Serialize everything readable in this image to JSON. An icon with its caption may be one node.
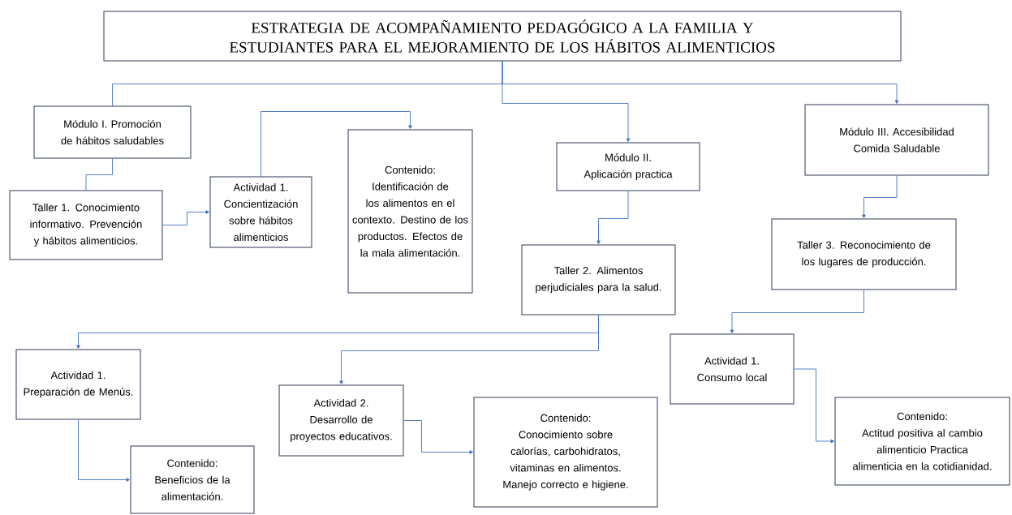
{
  "diagram": {
    "nodes": [
      {
        "text": [
          "ESTRATEGIA DE ACOMPAÑAMIENTO PEDAGÓGICO A LA FAMILIA Y ESTUDIANTES PARA EL MEJORAMIENTO DE LOS HÁBITOS ALIMENTICIOS"
        ]
      },
      {
        "text": [
          "Módulo I. Promoción de hábitos saludables"
        ]
      },
      {
        "text": [
          "Taller 1. Conocimiento informativo. Prevención y hábitos alimenticios."
        ]
      },
      {
        "text": [
          "Actividad 1. Concientización sobre hábitos alimenticios"
        ]
      },
      {
        "text": [
          "Contenido:",
          "Identificación de los alimentos en el contexto. Destino de los productos. Efectos de la mala alimentación."
        ]
      },
      {
        "text": [
          "Módulo II. Aplicación practica"
        ]
      },
      {
        "text": [
          "Módulo III. Accesibilidad Comida Saludable"
        ]
      },
      {
        "text": [
          "Taller 2. Alimentos perjudiciales para la salud."
        ]
      },
      {
        "text": [
          "Taller 3. Reconocimiento de los lugares de producción."
        ]
      },
      {
        "text": [
          "Actividad 1. Preparación de Menús."
        ]
      },
      {
        "text": [
          "Contenido:",
          "Beneficios de la alimentación."
        ]
      },
      {
        "text": [
          "Actividad 2. Desarrollo de proyectos educativos."
        ]
      },
      {
        "text": [
          "Contenido:",
          "Conocimiento sobre calorías, carbohidratos, vitaminas en alimentos. Manejo correcto e higiene."
        ]
      },
      {
        "text": [
          "Actividad 1. Consumo local"
        ]
      },
      {
        "text": [
          "Contenido:",
          "Actitud positiva al cambio alimenticio Practica alimenticia en la cotidianidad."
        ]
      }
    ],
    "edges": [
      {
        "from": 0,
        "to": 1,
        "arrow": "none"
      },
      {
        "from": 0,
        "to": 5,
        "arrow": "to"
      },
      {
        "from": 0,
        "to": 6,
        "arrow": "to"
      },
      {
        "from": 1,
        "to": 2,
        "arrow": "none"
      },
      {
        "from": 2,
        "to": 3,
        "arrow": "to"
      },
      {
        "from": 3,
        "to": 4,
        "arrow": "to"
      },
      {
        "from": 5,
        "to": 7,
        "arrow": "to"
      },
      {
        "from": 6,
        "to": 8,
        "arrow": "to"
      },
      {
        "from": 7,
        "to": 9,
        "arrow": "to"
      },
      {
        "from": 7,
        "to": 11,
        "arrow": "to"
      },
      {
        "from": 8,
        "to": 13,
        "arrow": "to"
      },
      {
        "from": 9,
        "to": 10,
        "arrow": "to"
      },
      {
        "from": 11,
        "to": 12,
        "arrow": "to"
      },
      {
        "from": 13,
        "to": 14,
        "arrow": "to"
      }
    ]
  }
}
